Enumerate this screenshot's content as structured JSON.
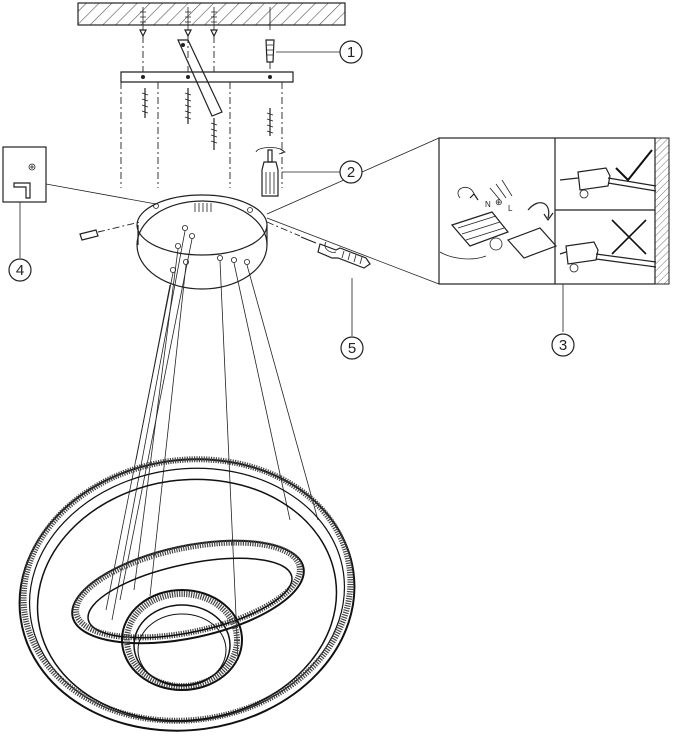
{
  "callouts": [
    {
      "id": "1",
      "label": "1"
    },
    {
      "id": "2",
      "label": "2"
    },
    {
      "id": "3",
      "label": "3"
    },
    {
      "id": "4",
      "label": "4"
    },
    {
      "id": "5",
      "label": "5"
    }
  ],
  "wiring_terminals": {
    "neutral": "N",
    "earth": "⊕",
    "live": "L"
  },
  "colors": {
    "line": "#222222",
    "hatch": "#555555",
    "wall": "#9a9a9a",
    "paper": "#ffffff"
  }
}
